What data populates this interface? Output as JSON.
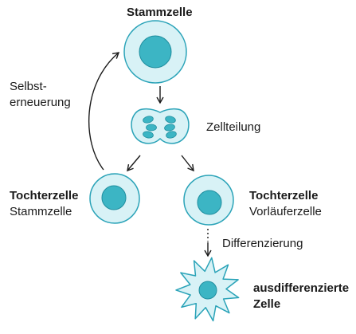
{
  "colors": {
    "cell_fill": "#d8f2f6",
    "cell_stroke": "#2aa3b8",
    "nucleus_fill": "#3cb5c4",
    "nucleus_stroke": "#1f8e9f",
    "arrow": "#1a1a1a"
  },
  "labels": {
    "stem_cell": "Stammzelle",
    "self_renewal_line1": "Selbst-",
    "self_renewal_line2": "erneuerung",
    "cell_division": "Zellteilung",
    "daughter_left_line1": "Tochterzelle",
    "daughter_left_line2": "Stammzelle",
    "daughter_right_line1": "Tochterzelle",
    "daughter_right_line2": "Vorläuferzelle",
    "differentiation": "Differenzierung",
    "differentiated_line1": "ausdifferenzierte",
    "differentiated_line2": "Zelle"
  }
}
